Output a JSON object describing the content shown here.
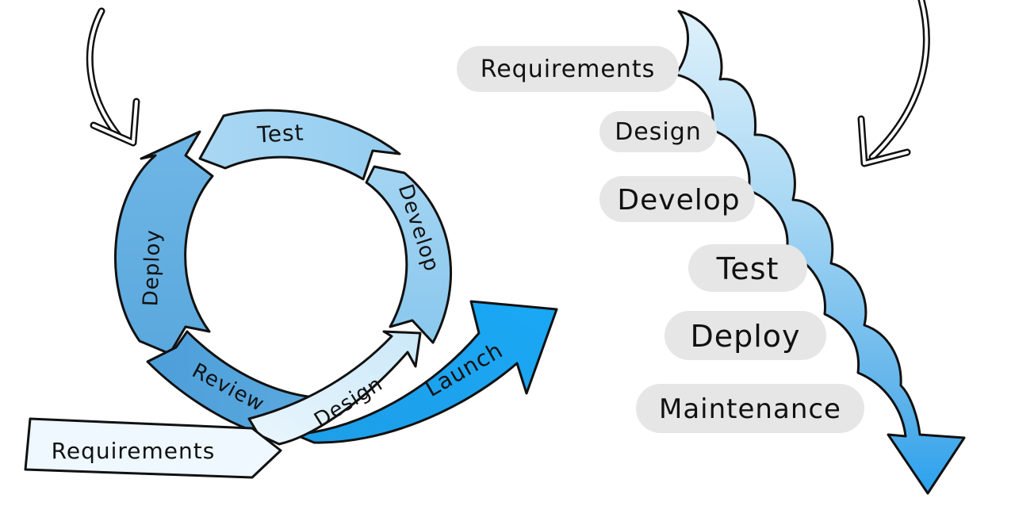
{
  "agile": {
    "stages": {
      "requirements": "Requirements",
      "review": "Review",
      "design": "Design",
      "launch": "Launch",
      "deploy": "Deploy",
      "test": "Test",
      "develop": "Develop"
    }
  },
  "waterfall": {
    "steps": [
      "Requirements",
      "Design",
      "Develop",
      "Test",
      "Deploy",
      "Maintenance"
    ]
  },
  "colors": {
    "dark_blue": "#4ea3dc",
    "mid_blue": "#7cc1ec",
    "light_blue": "#bfe3f7",
    "pale_blue": "#e1f2fb",
    "bright_blue": "#19a2f0",
    "pill_gray": "#e6e6e6"
  }
}
